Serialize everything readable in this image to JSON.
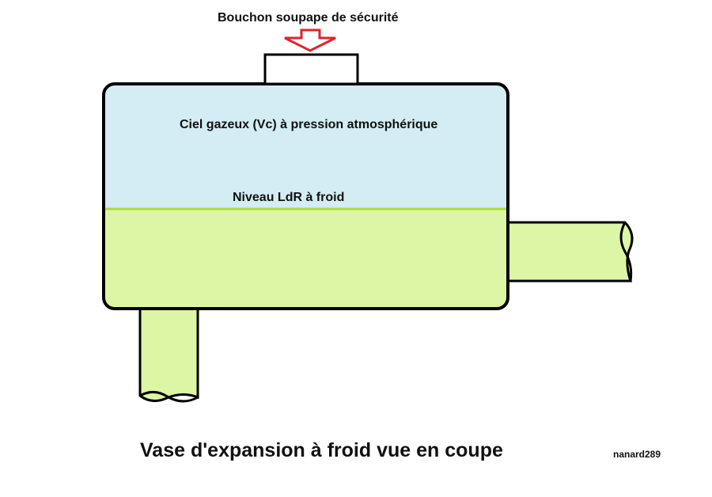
{
  "labels": {
    "safety_cap": "Bouchon soupape de sécurité",
    "gas_headspace": "Ciel gazeux (Vc) à pression atmosphérique",
    "cold_level": "Niveau LdR à froid",
    "title": "Vase d'expansion à froid vue en coupe",
    "author": "nanard289"
  },
  "colors": {
    "gas": "#d4ecf3",
    "liquid": "#ddf6a6",
    "level_line": "#a8dd3a",
    "outline": "#000000",
    "arrow": "#d9262c"
  },
  "icons": {
    "pressure_arrow": "down-arrow-icon"
  }
}
